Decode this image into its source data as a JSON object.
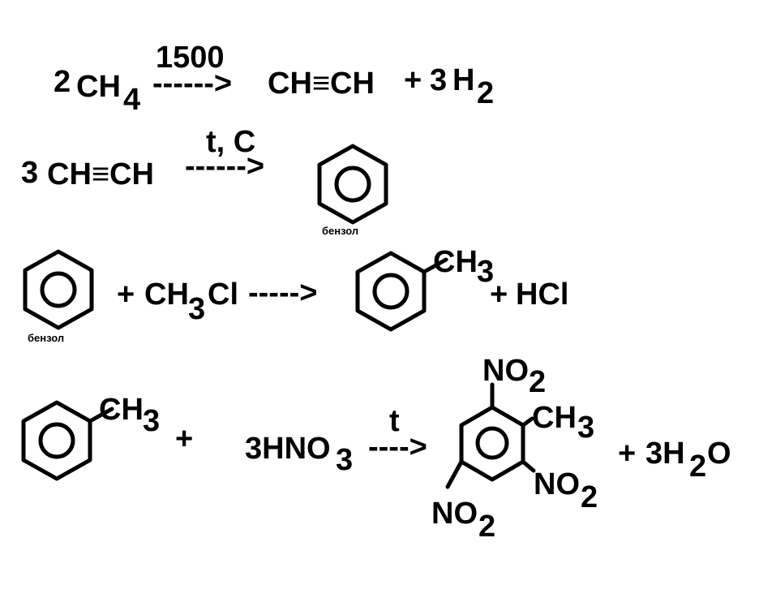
{
  "reaction1": {
    "coef_left": "2",
    "methane": "CH",
    "methane_sub": "4",
    "condition": "1500",
    "arrow": "------>",
    "acetylene": "CH≡CH",
    "plus": "+",
    "coef_h2": "3",
    "hydrogen": "H",
    "hydrogen_sub": "2"
  },
  "reaction2": {
    "coef": "3",
    "acetylene": "CH≡CH",
    "condition": "t, C",
    "arrow": "------>",
    "product_label": "бензол"
  },
  "reaction3": {
    "reactant_label": "бензол",
    "plus1": "+",
    "chloromethane": "CH",
    "chloromethane_sub": "3",
    "chloromethane_cl": "Cl",
    "arrow": "----->",
    "product_ch": "CH",
    "product_sub": "3",
    "plus2": "+",
    "hcl": "HCl"
  },
  "reaction4": {
    "reactant_ch": "CH",
    "reactant_sub": "3",
    "plus1": "+",
    "acid": "3HNO",
    "acid_sub": "3",
    "condition": "t",
    "arrow": "---->",
    "no2_top": "NO",
    "no2_top_sub": "2",
    "ch3": "CH",
    "ch3_sub": "3",
    "no2_right": "NO",
    "no2_right_sub": "2",
    "no2_bottom": "NO",
    "no2_bottom_sub": "2",
    "plus2": "+",
    "water": "3H",
    "water_sub": "2",
    "water_o": "O"
  }
}
